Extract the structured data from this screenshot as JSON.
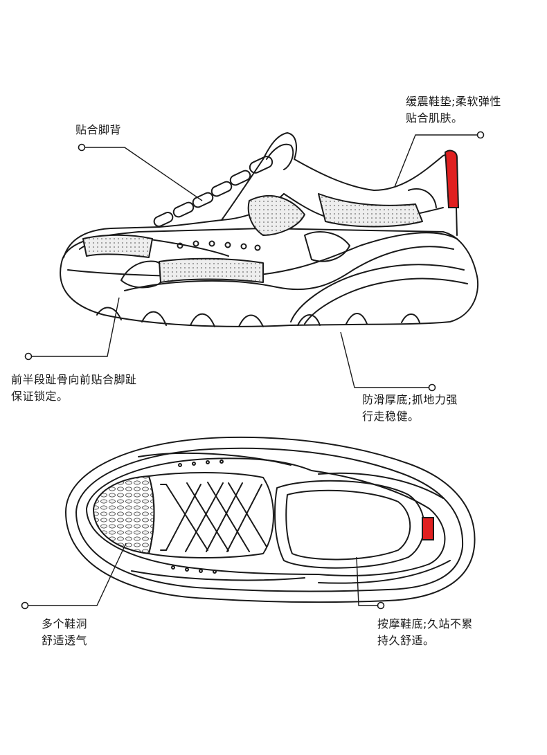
{
  "callouts": [
    {
      "id": "instep-fit",
      "lines": [
        "贴合脚背"
      ]
    },
    {
      "id": "insole",
      "lines": [
        "缓震鞋垫;柔软弹性",
        "贴合肌肤。"
      ]
    },
    {
      "id": "forefoot-fit",
      "lines": [
        "前半段趾骨向前贴合脚趾",
        "保证锁定。"
      ]
    },
    {
      "id": "outsole-grip",
      "lines": [
        "防滑厚底;抓地力强",
        "行走稳健。"
      ]
    },
    {
      "id": "ventilation",
      "lines": [
        "多个鞋洞",
        "舒适透气"
      ]
    },
    {
      "id": "massage-sole",
      "lines": [
        "按摩鞋底;久站不累",
        "持久舒适。"
      ]
    }
  ],
  "colors": {
    "line": "#1a1a1a",
    "heel_tab": "#e02020",
    "mesh": "#d9d9d9",
    "background": "#ffffff"
  },
  "icons": [
    "callout-dot-icon",
    "shoe-side-view",
    "shoe-top-view"
  ]
}
